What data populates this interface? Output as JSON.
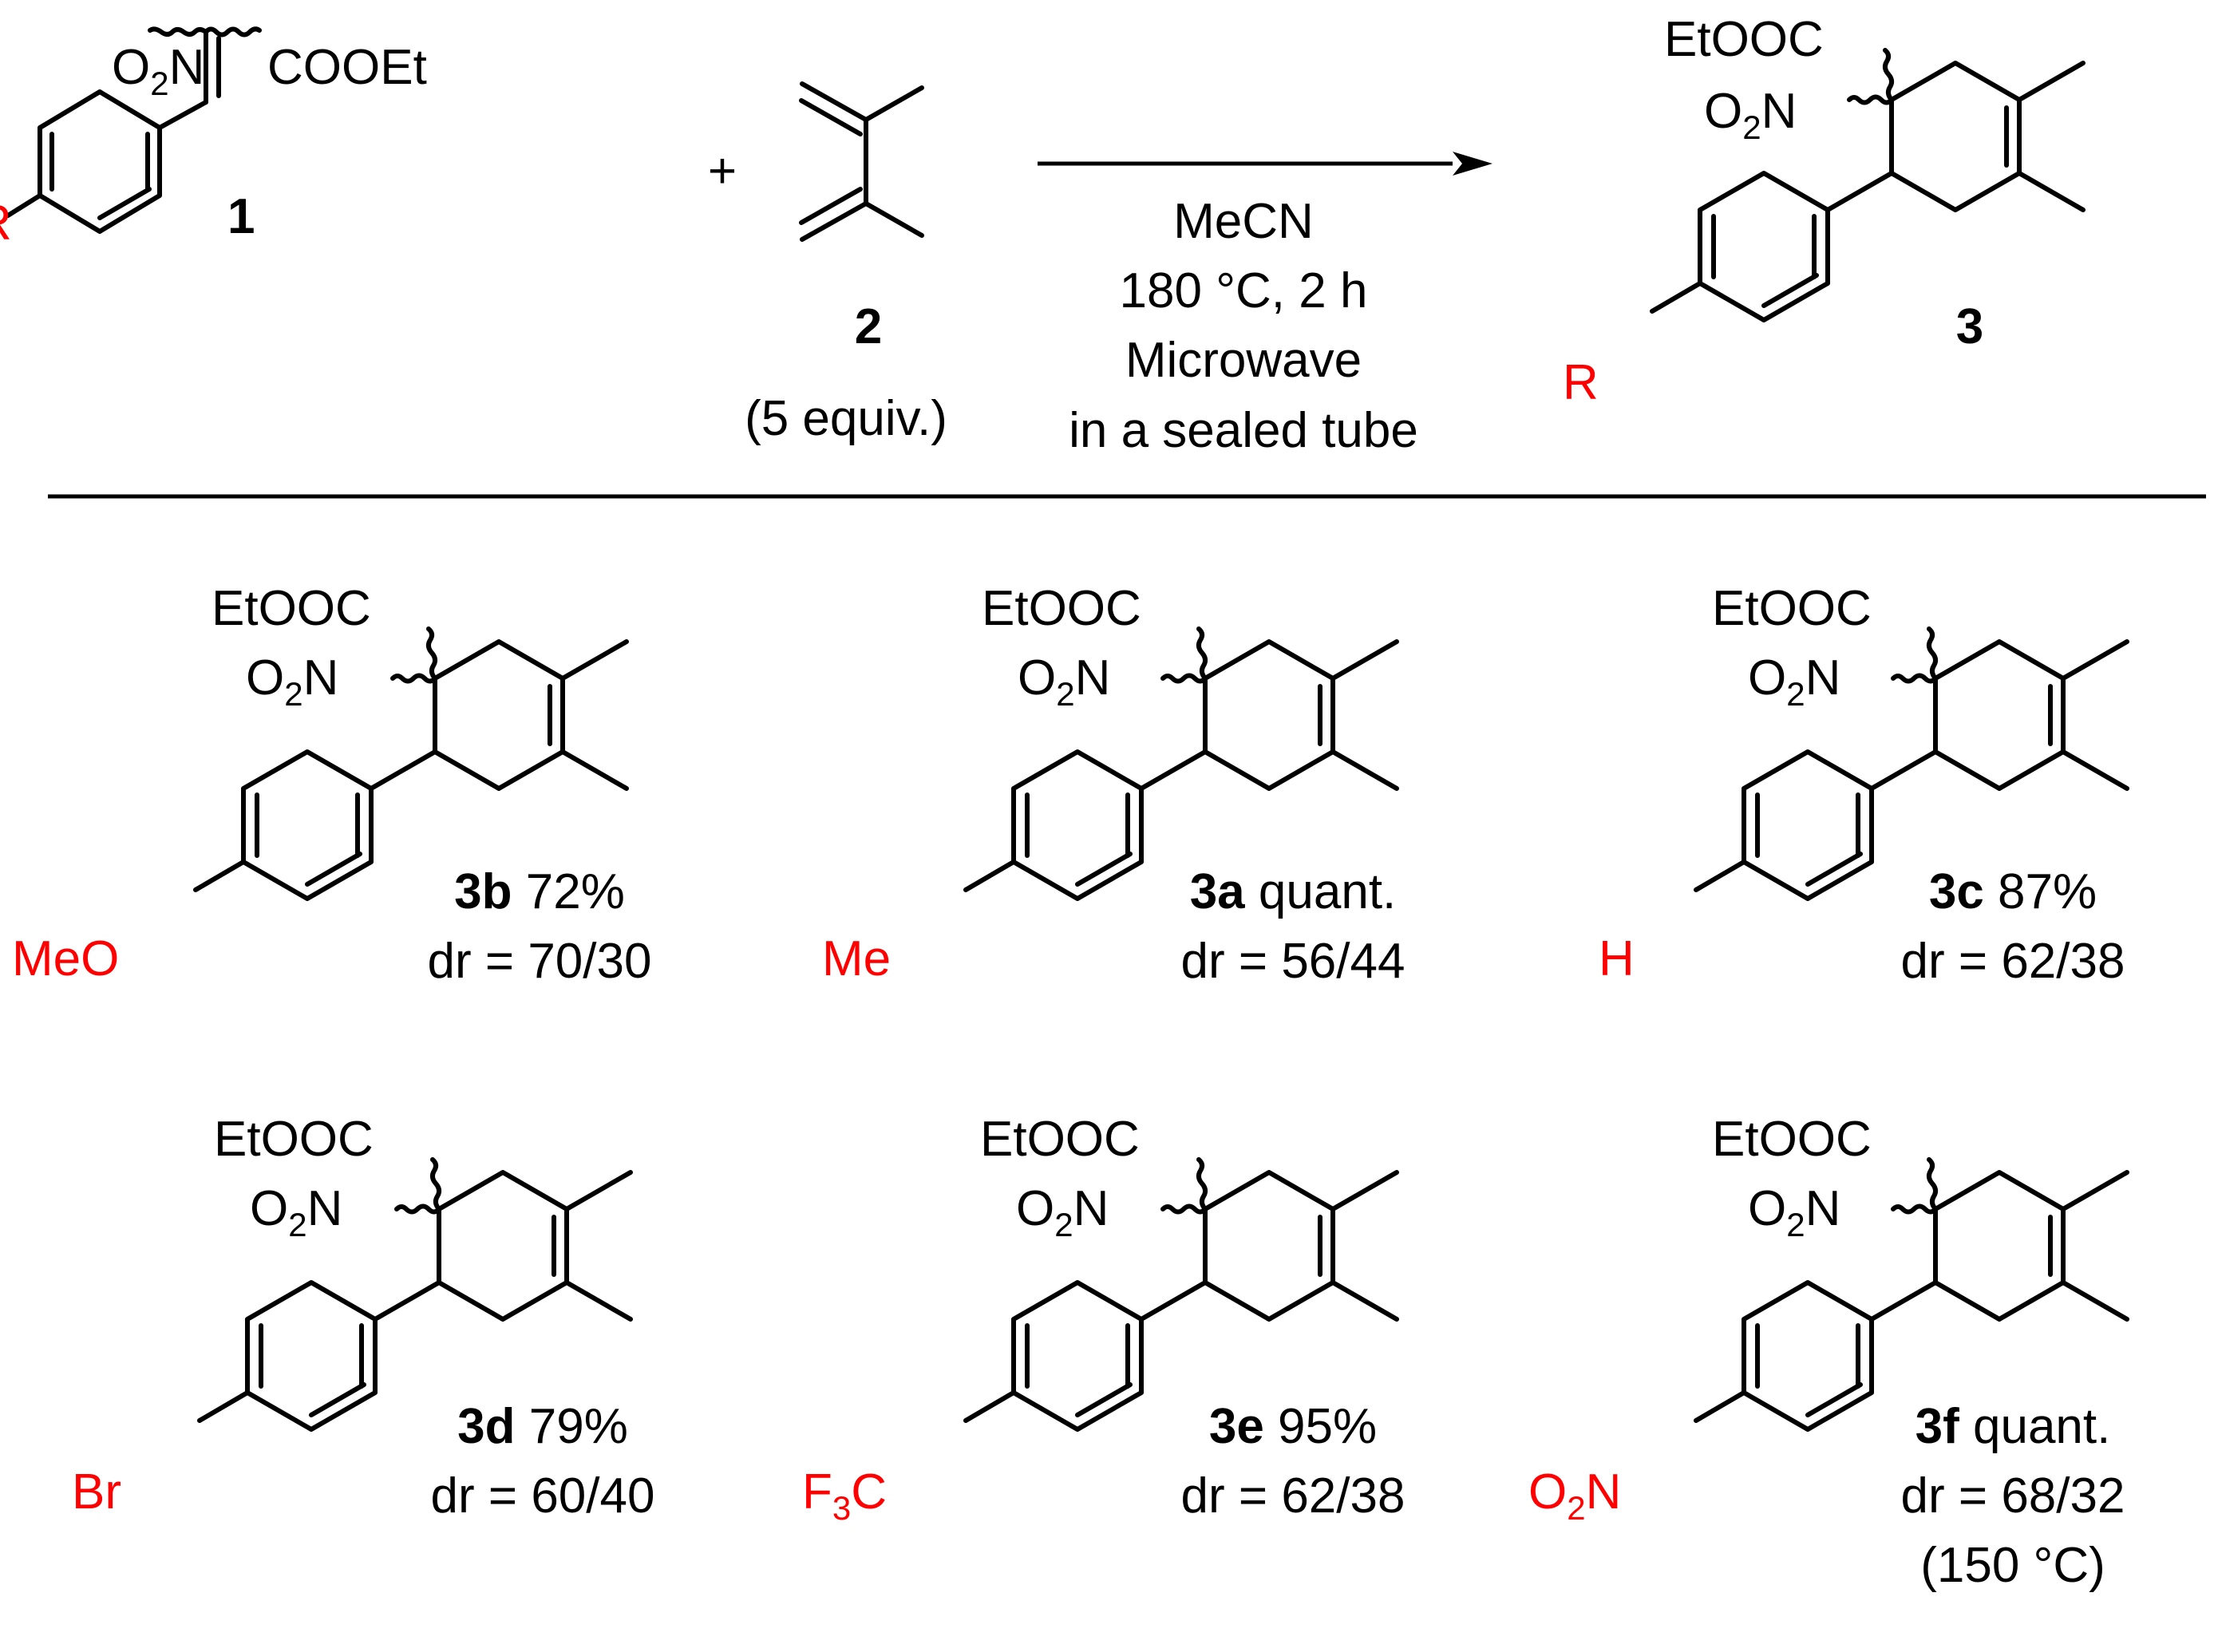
{
  "reaction": {
    "reactant1": {
      "number": "1",
      "substituent": "R",
      "substituent_color": "#ff0000"
    },
    "reactant2": {
      "number": "2",
      "equiv": "(5 equiv.)"
    },
    "plus": "+",
    "conditions": [
      "MeCN",
      "180 °C, 2 h",
      "Microwave",
      "in a sealed tube"
    ],
    "product": {
      "number": "3",
      "substituent": "R"
    }
  },
  "compounds": [
    {
      "label": "3b",
      "yield": "72%",
      "dr": "dr = 70/30",
      "substituent": "MeO"
    },
    {
      "label": "3a",
      "yield": "quant.",
      "dr": "dr = 56/44",
      "substituent": "Me"
    },
    {
      "label": "3c",
      "yield": "87%",
      "dr": "dr = 62/38",
      "substituent": "H"
    },
    {
      "label": "3d",
      "yield": "79%",
      "dr": "dr = 60/40",
      "substituent": "Br"
    },
    {
      "label": "3e",
      "yield": "95%",
      "dr": "dr = 62/38",
      "substituent": "F3C"
    },
    {
      "label": "3f",
      "yield": "quant.",
      "dr": "dr = 68/32",
      "substituent": "O2N",
      "note": "(150 °C)"
    }
  ],
  "colors": {
    "substituent": "#ff0000",
    "structure": "#000000"
  }
}
